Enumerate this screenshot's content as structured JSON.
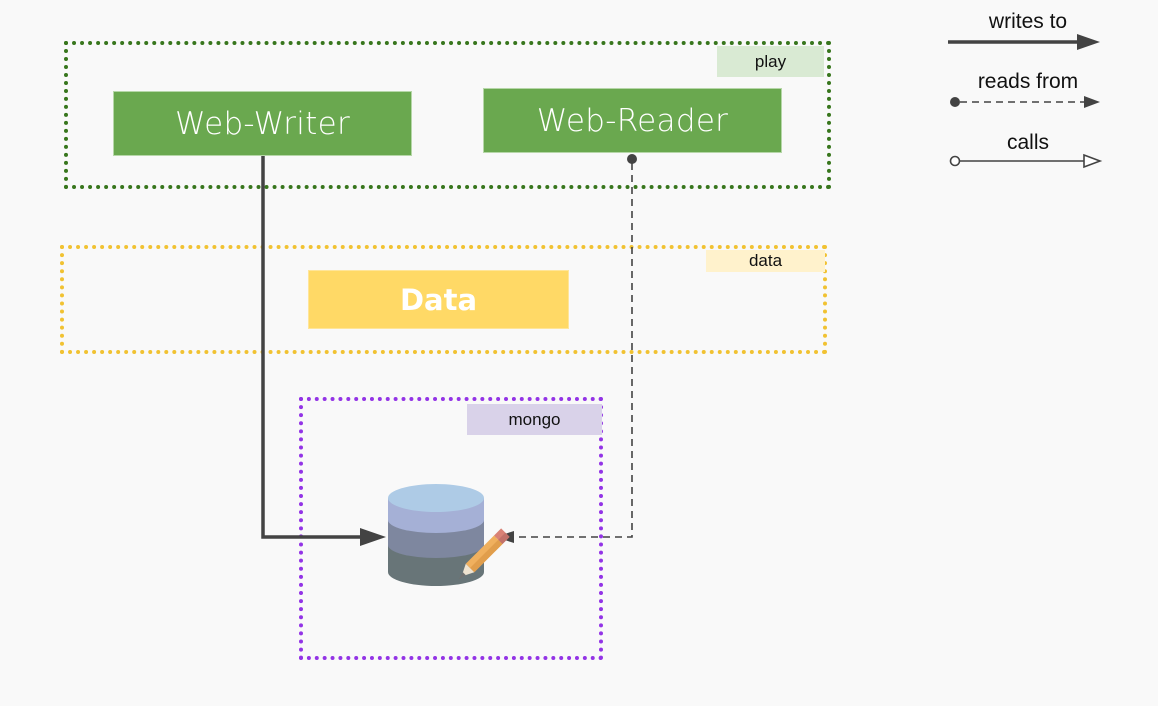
{
  "groups": {
    "play": {
      "label": "play",
      "border_color": "#38761d",
      "label_bg": "#d9ead3"
    },
    "data": {
      "label": "data",
      "border_color": "#f1c232",
      "label_bg": "#fff2cc"
    },
    "mongo": {
      "label": "mongo",
      "border_color": "#9334e6",
      "label_bg": "#d9d2e9"
    }
  },
  "nodes": {
    "web_writer": {
      "label": "Web-Writer",
      "color": "#6aa84f"
    },
    "web_reader": {
      "label": "Web-Reader",
      "color": "#6aa84f"
    },
    "data": {
      "label": "Data",
      "color": "#ffd966"
    },
    "mongo_db": {
      "icon": "database-edit-icon"
    }
  },
  "edges": [
    {
      "from": "Web-Writer",
      "to": "mongo",
      "type": "writes to"
    },
    {
      "from": "Web-Reader",
      "to": "mongo",
      "type": "reads from"
    }
  ],
  "legend": {
    "writes_to": "writes to",
    "reads_from": "reads from",
    "calls": "calls"
  }
}
